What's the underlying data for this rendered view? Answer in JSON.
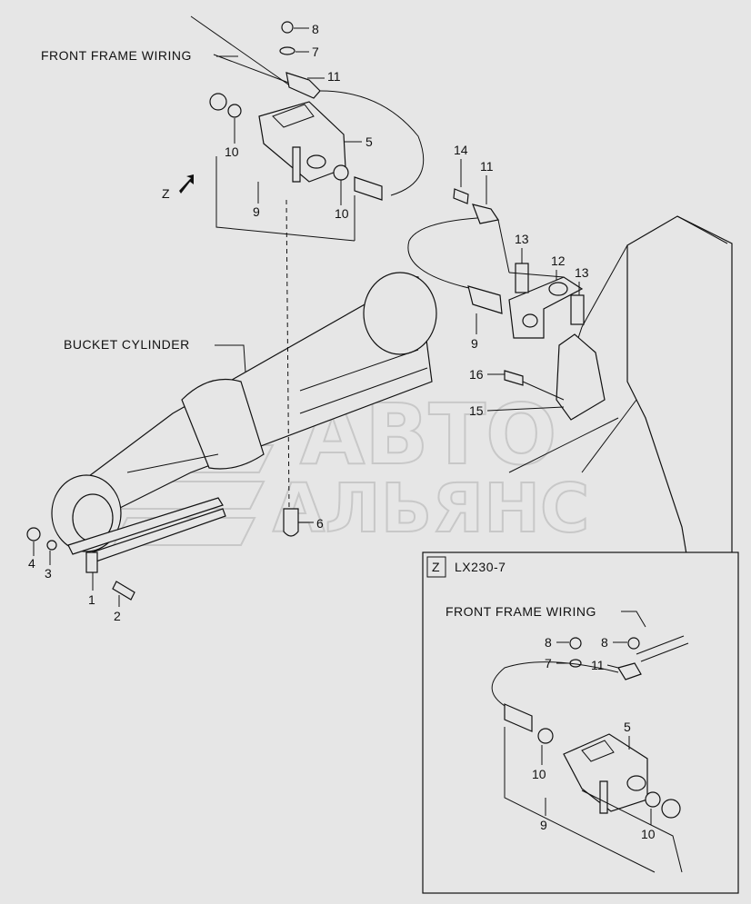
{
  "labels": {
    "front_frame_wiring": "FRONT FRAME WIRING",
    "bucket_cylinder": "BUCKET CYLINDER",
    "view_letter": "Z",
    "inset_letter": "Z",
    "inset_model": "LX230-7",
    "inset_front_frame_wiring": "FRONT FRAME WIRING"
  },
  "watermark": {
    "line1": "АВТО",
    "line2": "АЛЬЯНС"
  },
  "callouts": {
    "c8": "8",
    "c7": "7",
    "c11": "11",
    "c5": "5",
    "c10a": "10",
    "c10b": "10",
    "c9": "9",
    "c14": "14",
    "c11b": "11",
    "c13a": "13",
    "c12": "12",
    "c13b": "13",
    "c9b": "9",
    "c16": "16",
    "c15": "15",
    "c6": "6",
    "c4": "4",
    "c3": "3",
    "c1": "1",
    "c2": "2",
    "i8a": "8",
    "i8b": "8",
    "i7": "7",
    "i11": "11",
    "i5": "5",
    "i10a": "10",
    "i9": "9",
    "i10b": "10"
  }
}
